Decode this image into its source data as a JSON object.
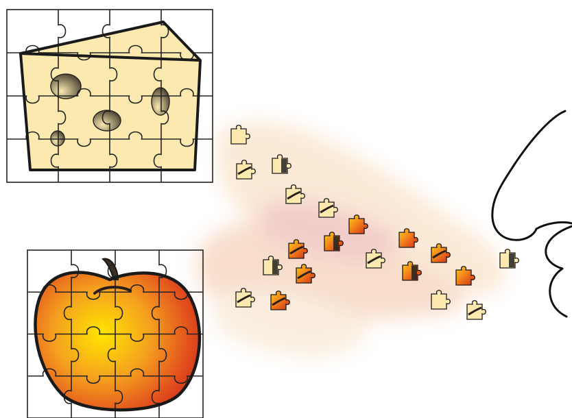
{
  "illustration": {
    "cheese_puzzle": {
      "rows": 4,
      "cols": 4,
      "fill": "#fbe9b0",
      "hole": "#4a4334"
    },
    "apple_puzzle": {
      "rows": 4,
      "cols": 4,
      "center": "#ffe600",
      "mid": "#f08a1c",
      "edge": "#d93a1c",
      "stem": "#3a2e25"
    },
    "scent_pieces": [
      {
        "kind": "cheese",
        "variant": 1
      },
      {
        "kind": "cheese",
        "variant": 2
      },
      {
        "kind": "cheese",
        "variant": 3
      },
      {
        "kind": "cheese",
        "variant": 4
      },
      {
        "kind": "cheese",
        "variant": 2
      },
      {
        "kind": "apple",
        "variant": 1
      },
      {
        "kind": "apple",
        "variant": 3
      },
      {
        "kind": "apple",
        "variant": 2
      },
      {
        "kind": "cheese",
        "variant": 4
      },
      {
        "kind": "apple",
        "variant": 1
      },
      {
        "kind": "cheese",
        "variant": 3
      },
      {
        "kind": "apple",
        "variant": 2
      },
      {
        "kind": "apple",
        "variant": 4
      },
      {
        "kind": "cheese",
        "variant": 1
      },
      {
        "kind": "apple",
        "variant": 3
      },
      {
        "kind": "apple",
        "variant": 1
      },
      {
        "kind": "cheese",
        "variant": 2
      },
      {
        "kind": "apple",
        "variant": 4
      },
      {
        "kind": "cheese",
        "variant": 4
      },
      {
        "kind": "cheese",
        "variant": 3
      }
    ],
    "nose_color": "#111111",
    "haze_colors": [
      "#f4c3a8",
      "#f7dcb2",
      "#e9a6a0"
    ]
  }
}
